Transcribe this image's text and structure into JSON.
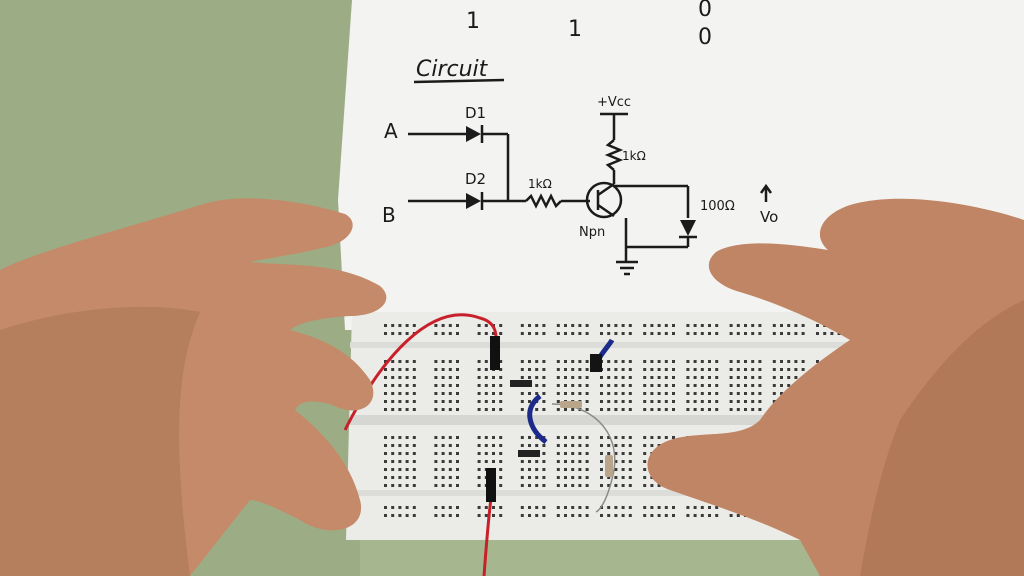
{
  "colors": {
    "wall": "#a9b892",
    "paper": "#f4f4f2",
    "ink": "#1b1b1b",
    "breadboard": "#e9e9e6",
    "skin": "#c98f6e",
    "red_wire": "#c8202a",
    "blue_wire": "#1c2a8a"
  },
  "paper": {
    "truth_row": [
      "1",
      "1",
      "0"
    ],
    "truth_row_last": "0",
    "heading": "Circuit",
    "inputs": {
      "a": "A",
      "b": "B"
    },
    "diodes": {
      "d1": "D1",
      "d2": "D2"
    },
    "resistor_base": "1kΩ",
    "resistor_collector": "1kΩ",
    "resistor_led": "100Ω",
    "supply": "+Vcc",
    "transistor": "Npn",
    "output": "Vo"
  }
}
